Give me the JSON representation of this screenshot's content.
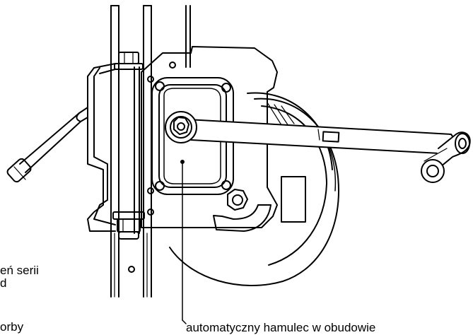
{
  "annotations": {
    "left_line_1": "eń serii",
    "left_line_2": "d",
    "left_line_3": "orby",
    "brake_callout": "automatyczny hamulec w obudowie"
  }
}
